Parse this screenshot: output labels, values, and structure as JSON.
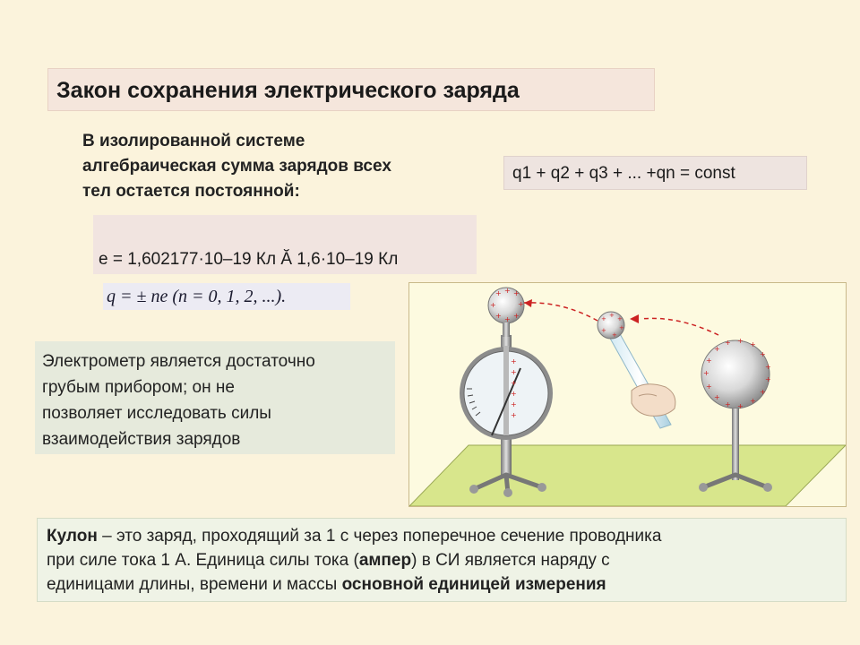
{
  "title": "Закон сохранения электрического заряда",
  "statement": {
    "line1": "В изолированной системе",
    "line2": "алгебраическая сумма зарядов всех",
    "line3": "тел остается постоянной:"
  },
  "conservation_formula": "q1 + q2 + q3 + ... +qn = const",
  "elementary_charge": "е = 1,602177·10–19 Кл Ă 1,6·10–19 Кл",
  "quantization": "q = ± ne   (n = 0, 1, 2, ...).",
  "electrometer_note": {
    "line1": "Электрометр является достаточно",
    "line2": "грубым прибором; он не",
    "line3": "позволяет исследовать силы",
    "line4": "взаимодействия зарядов"
  },
  "coulomb": {
    "term": "Кулон",
    "part1": " – это заряд, проходящий за 1 с через поперечное сечение проводника",
    "part2": "при силе тока 1 А. Единица силы тока (",
    "ampere": "ампер",
    "part3": ") в СИ является наряду с",
    "part4": "единицами длины, времени и массы ",
    "emphasis": "основной единицей измерения"
  },
  "colors": {
    "background": "#fbf3dc",
    "charge_sign": "#cc2222",
    "arrow": "#cc2222",
    "table": "#d8e68c"
  },
  "figure_icons": [
    "electrometer-icon",
    "charged-sphere-icon",
    "glass-rod-icon",
    "hand-icon",
    "stand-icon"
  ]
}
